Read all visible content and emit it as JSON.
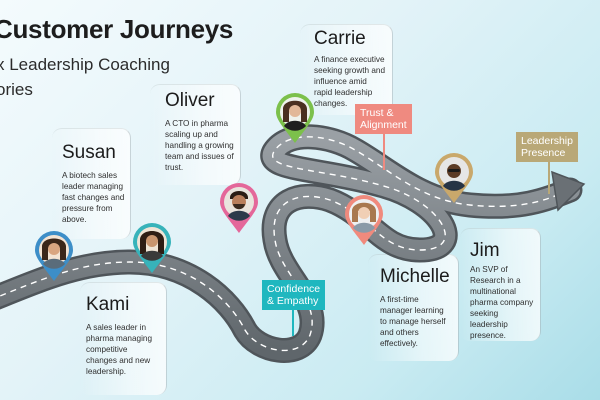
{
  "header": {
    "title": "Customer Journeys",
    "subtitle": "x Leadership Coaching ories"
  },
  "people": [
    {
      "key": "susan",
      "name": "Susan",
      "desc": "A biotech sales leader managing fast changes and pressure from above."
    },
    {
      "key": "kami",
      "name": "Kami",
      "desc": "A sales leader in pharma managing competitive changes and new leadership."
    },
    {
      "key": "oliver",
      "name": "Oliver",
      "desc": "A CTO in pharma scaling up and handling a growing team and issues of trust."
    },
    {
      "key": "carrie",
      "name": "Carrie",
      "desc": "A finance executive seeking growth and influence amid rapid leadership changes."
    },
    {
      "key": "michelle",
      "name": "Michelle",
      "desc": "A first-time manager learning to manage herself and others effectively."
    },
    {
      "key": "jim",
      "name": "Jim",
      "desc": "An SVP of Research in a multinational pharma company seeking leadership presence."
    }
  ],
  "milestones": [
    {
      "label_line1": "Trust &",
      "label_line2": "Alignment",
      "color": "#ef8a80"
    },
    {
      "label_line1": "Confidence",
      "label_line2": "& Empathy",
      "color": "#1fb7bf"
    },
    {
      "label_line1": "Leadership",
      "label_line2": "Presence",
      "color": "#b9a877"
    }
  ],
  "colors": {
    "pin_blue": "#3d8ec8",
    "pin_teal": "#37b3ba",
    "pin_pink": "#e4679a",
    "pin_green": "#7cc04b",
    "pin_coral": "#f08a7d",
    "pin_gold": "#c9a86b",
    "road": "#7d8388"
  }
}
